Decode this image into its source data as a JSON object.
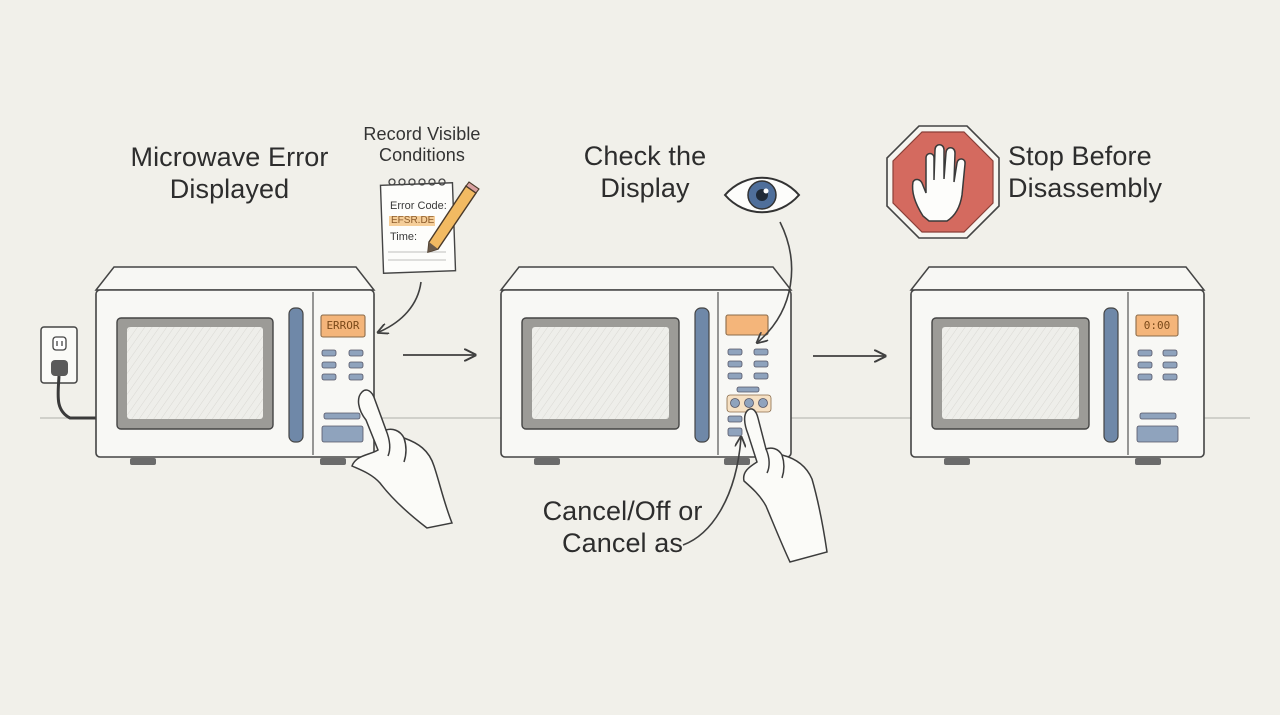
{
  "labels": {
    "step1": [
      "Microwave Error",
      "Displayed"
    ],
    "record": [
      "Record Visible",
      "Conditions"
    ],
    "step2": [
      "Check the",
      "Display"
    ],
    "step3": [
      "Stop Before",
      "Disassembly"
    ],
    "cancel": [
      "Cancel/Off or",
      "Cancel as"
    ]
  },
  "notepad": {
    "line1": "Error Code:",
    "line2": "EFSR.DE",
    "line3": "Time:"
  },
  "displays": {
    "step1": "ERROR",
    "step3": "0:00"
  },
  "colors": {
    "background": "#f1f0ea",
    "display_orange": "#f4b57a",
    "accent_blue": "#6f88a8",
    "stop_red": "#d46a5f",
    "eye_blue": "#4f6f9b",
    "line": "#4a4a4a"
  }
}
